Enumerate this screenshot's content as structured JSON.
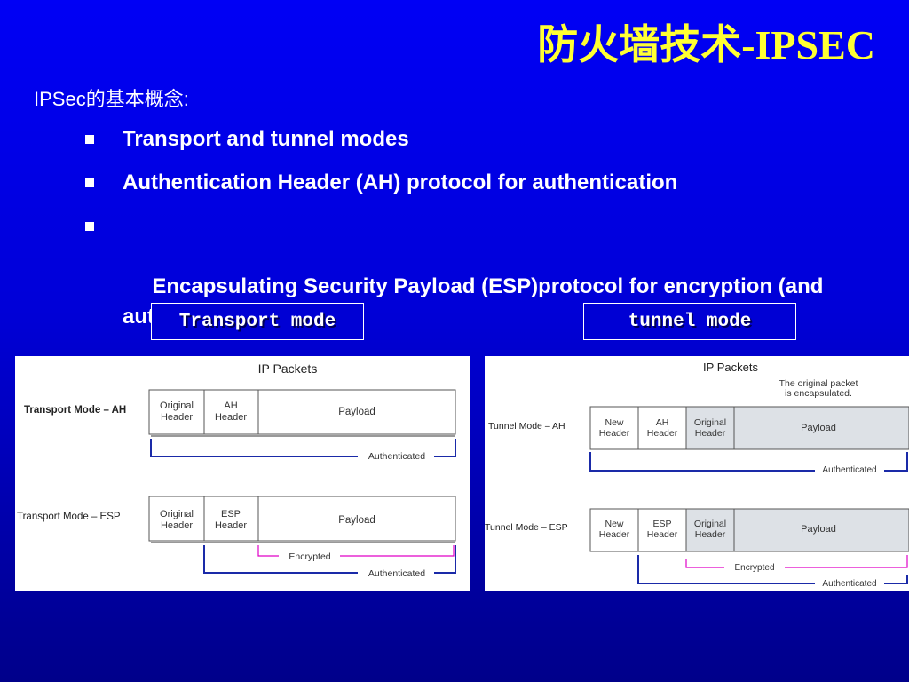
{
  "slide": {
    "title": "防火墙技术-IPSEC",
    "intro": "IPSec的基本概念:",
    "bullets": [
      "Transport and tunnel modes",
      "Authentication Header (AH) protocol for authentication",
      " Encapsulating Security Payload (ESP)protocol for encryption (and authentication)"
    ],
    "transport_mode_label": "Transport mode",
    "tunnel_mode_label": "tunnel mode"
  },
  "transport_diagram": {
    "heading": "IP Packets",
    "ah_row_label": "Transport Mode – AH",
    "esp_row_label": "Transport Mode – ESP",
    "original_header": [
      "Original",
      "Header"
    ],
    "ah_header": [
      "AH",
      "Header"
    ],
    "esp_header": [
      "ESP",
      "Header"
    ],
    "payload": "Payload",
    "authenticated": "Authenticated",
    "encrypted": "Encrypted"
  },
  "tunnel_diagram": {
    "heading": "IP Packets",
    "note": [
      "The original packet",
      "is encapsulated."
    ],
    "ah_row_label": "Tunnel Mode – AH",
    "esp_row_label": "Tunnel Mode – ESP",
    "new_header": [
      "New",
      "Header"
    ],
    "ah_header": [
      "AH",
      "Header"
    ],
    "esp_header": [
      "ESP",
      "Header"
    ],
    "original_header": [
      "Original",
      "Header"
    ],
    "payload": "Payload",
    "authenticated": "Authenticated",
    "encrypted": "Encrypted"
  },
  "colors": {
    "title": "#ffff33",
    "auth_bracket": "#1a2aa8",
    "enc_bracket": "#e000c8",
    "shaded_cell": "#dde1e6"
  }
}
